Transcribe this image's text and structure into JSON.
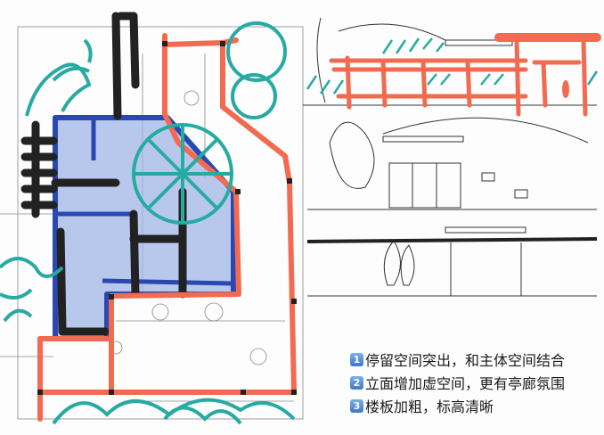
{
  "colors": {
    "red_markup": "#f26a4f",
    "blue_markup": "#2b48b0",
    "blue_fill": "#9fb6e6",
    "teal_markup": "#27aaa2",
    "black_markup": "#222222"
  },
  "notes": [
    {
      "number": "1",
      "text": "停留空间突出，和主体空间结合"
    },
    {
      "number": "2",
      "text": "立面增加虚空间，更有亭廊氛围"
    },
    {
      "number": "3",
      "text": "楼板加粗，标高清晰"
    }
  ]
}
